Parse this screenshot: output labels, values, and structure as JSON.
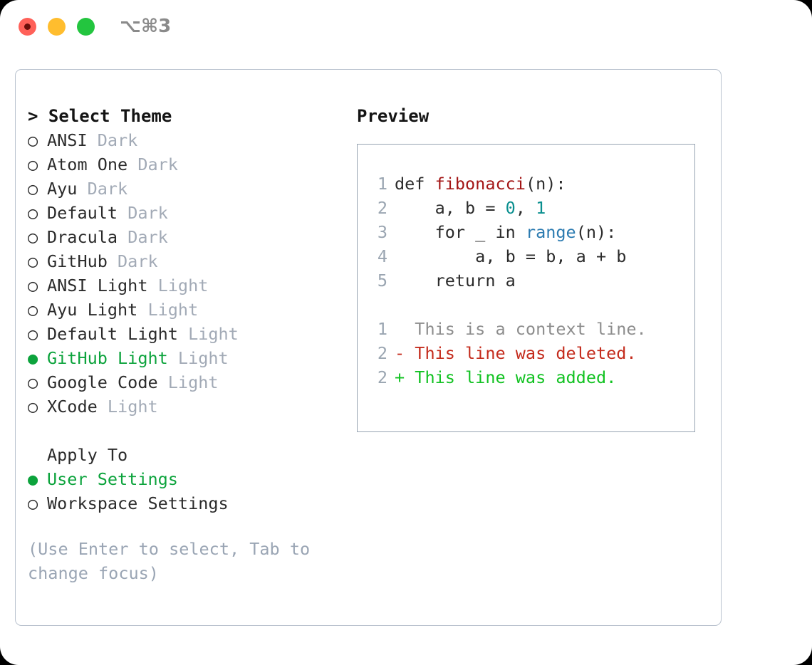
{
  "titlebar": {
    "shortcut": "⌥⌘3",
    "lights": [
      "close",
      "minimize",
      "maximize"
    ]
  },
  "theme_panel": {
    "header_prefix": "> ",
    "header": "Select Theme",
    "unselected_marker": "○ ",
    "selected_marker": "● ",
    "items": [
      {
        "marker": "○ ",
        "name": "ANSI",
        "variant": " Dark",
        "selected": false
      },
      {
        "marker": "○ ",
        "name": "Atom One",
        "variant": " Dark",
        "selected": false
      },
      {
        "marker": "○ ",
        "name": "Ayu",
        "variant": " Dark",
        "selected": false
      },
      {
        "marker": "○ ",
        "name": "Default",
        "variant": " Dark",
        "selected": false
      },
      {
        "marker": "○ ",
        "name": "Dracula",
        "variant": " Dark",
        "selected": false
      },
      {
        "marker": "○ ",
        "name": "GitHub",
        "variant": " Dark",
        "selected": false
      },
      {
        "marker": "○ ",
        "name": "ANSI Light",
        "variant": " Light",
        "selected": false
      },
      {
        "marker": "○ ",
        "name": "Ayu Light",
        "variant": " Light",
        "selected": false
      },
      {
        "marker": "○ ",
        "name": "Default Light",
        "variant": " Light",
        "selected": false
      },
      {
        "marker": "● ",
        "name": "GitHub Light",
        "variant": " Light",
        "selected": true
      },
      {
        "marker": "○ ",
        "name": "Google Code",
        "variant": " Light",
        "selected": false
      },
      {
        "marker": "○ ",
        "name": "XCode",
        "variant": " Light",
        "selected": false
      }
    ]
  },
  "apply_to": {
    "header_prefix": "  ",
    "header": "Apply To",
    "options": [
      {
        "marker": "● ",
        "name": "User Settings",
        "selected": true
      },
      {
        "marker": "○ ",
        "name": "Workspace Settings",
        "selected": false
      }
    ]
  },
  "hint": "(Use Enter to select, Tab to change focus)",
  "preview": {
    "title": "Preview",
    "code_lines": [
      {
        "no": "1",
        "tokens": [
          {
            "t": "def ",
            "c": "plain"
          },
          {
            "t": "fibonacci",
            "c": "fn"
          },
          {
            "t": "(n):",
            "c": "plain"
          }
        ]
      },
      {
        "no": "2",
        "tokens": [
          {
            "t": "    a, b = ",
            "c": "plain"
          },
          {
            "t": "0",
            "c": "num"
          },
          {
            "t": ", ",
            "c": "plain"
          },
          {
            "t": "1",
            "c": "num"
          }
        ]
      },
      {
        "no": "3",
        "tokens": [
          {
            "t": "    for _ in ",
            "c": "plain"
          },
          {
            "t": "range",
            "c": "blue"
          },
          {
            "t": "(n):",
            "c": "plain"
          }
        ]
      },
      {
        "no": "4",
        "tokens": [
          {
            "t": "        a, b = b, a + b",
            "c": "plain"
          }
        ]
      },
      {
        "no": "5",
        "tokens": [
          {
            "t": "    return a",
            "c": "plain"
          }
        ]
      }
    ],
    "diff_lines": [
      {
        "no": "1",
        "sign": "  ",
        "text": "This is a context line.",
        "kind": "ctx"
      },
      {
        "no": "2",
        "sign": "- ",
        "text": "This line was deleted.",
        "kind": "del"
      },
      {
        "no": "2",
        "sign": "+ ",
        "text": "This line was added.",
        "kind": "add"
      }
    ]
  },
  "colors": {
    "accent_green": "#0ca33c",
    "diff_add": "#11c221",
    "diff_delete": "#c42b1c",
    "muted": "#a2aab6",
    "border": "#b9c2ce",
    "code_function": "#a31515",
    "code_number": "#0a8f8f",
    "code_builtin": "#2a7ab0"
  }
}
